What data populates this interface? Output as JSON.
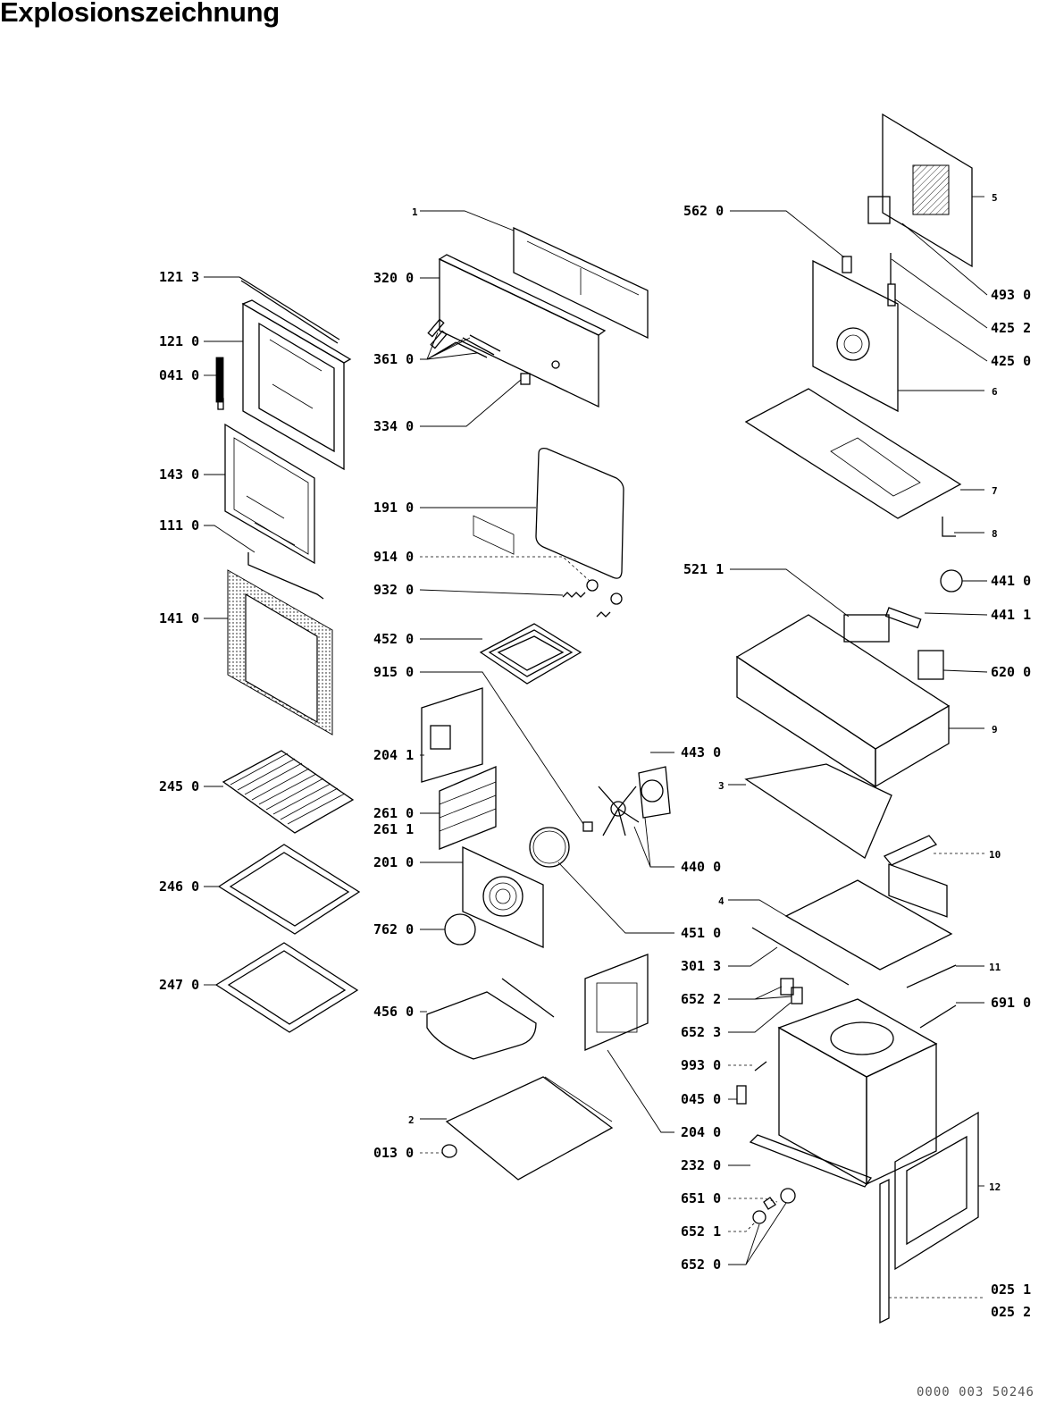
{
  "title": "Explosionszeichnung",
  "doc_code": "0000 003 50246",
  "labels": {
    "l_1": "1",
    "l_320_0": "320 0",
    "l_361_0": "361 0",
    "l_334_0": "334 0",
    "l_121_3": "121 3",
    "l_121_0": "121 0",
    "l_041_0": "041 0",
    "l_143_0": "143 0",
    "l_111_0": "111 0",
    "l_141_0": "141 0",
    "l_191_0": "191 0",
    "l_914_0": "914 0",
    "l_932_0": "932 0",
    "l_452_0": "452 0",
    "l_915_0": "915 0",
    "l_204_1": "204 1",
    "l_245_0": "245 0",
    "l_261_0": "261 0",
    "l_261_1": "261 1",
    "l_201_0": "201 0",
    "l_246_0": "246 0",
    "l_762_0": "762 0",
    "l_247_0": "247 0",
    "l_456_0": "456 0",
    "l_2": "2",
    "l_013_0": "013 0",
    "l_562_0": "562 0",
    "l_5": "5",
    "l_493_0": "493 0",
    "l_425_2": "425 2",
    "l_425_0": "425 0",
    "l_6": "6",
    "l_7": "7",
    "l_8": "8",
    "l_441_0": "441 0",
    "l_521_1": "521 1",
    "l_441_1": "441 1",
    "l_620_0": "620 0",
    "l_9": "9",
    "l_443_0": "443 0",
    "l_3": "3",
    "l_440_0": "440 0",
    "l_10": "10",
    "l_4": "4",
    "l_451_0": "451 0",
    "l_301_3": "301 3",
    "l_11": "11",
    "l_652_2": "652 2",
    "l_691_0": "691 0",
    "l_652_3": "652 3",
    "l_993_0": "993 0",
    "l_045_0": "045 0",
    "l_204_0": "204 0",
    "l_232_0": "232 0",
    "l_12": "12",
    "l_651_0": "651 0",
    "l_652_1": "652 1",
    "l_652_0": "652 0",
    "l_025_1": "025 1",
    "l_025_2": "025 2"
  }
}
